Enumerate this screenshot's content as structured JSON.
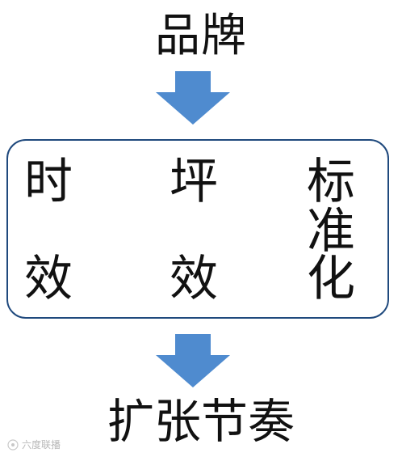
{
  "diagram": {
    "top_title": "品牌",
    "arrow_color": "#4F8BCF",
    "panel_border_color": "#1f497d",
    "columns": [
      {
        "chars": [
          "时",
          "效"
        ]
      },
      {
        "chars": [
          "坪",
          "效"
        ]
      },
      {
        "chars": [
          "标",
          "准",
          "化"
        ]
      }
    ],
    "bottom_title": "扩张节奏",
    "watermark": "六度联播"
  },
  "icons": [
    "arrow-down-icon",
    "arrow-down-icon",
    "weibo-like-icon"
  ]
}
